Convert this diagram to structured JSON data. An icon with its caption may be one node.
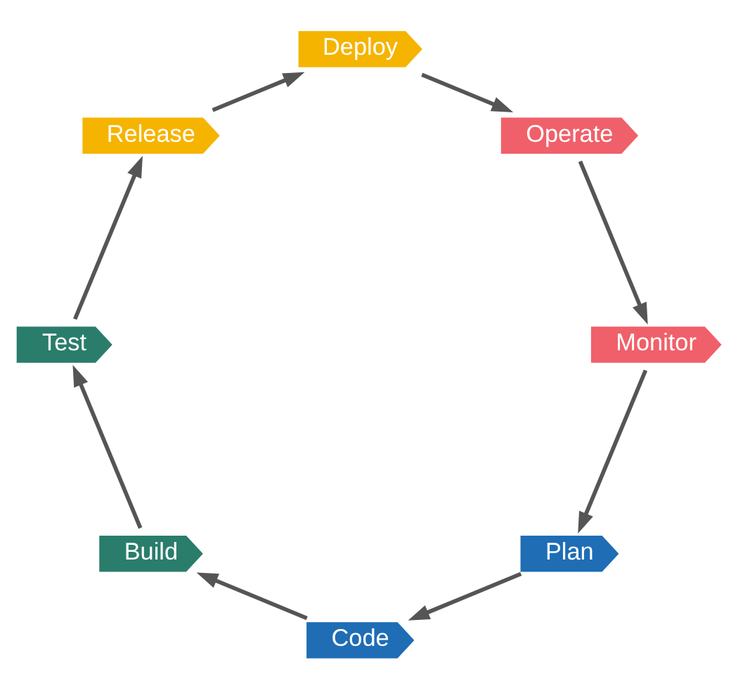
{
  "diagram": {
    "nodes": [
      {
        "text": [
          "Plan"
        ]
      },
      {
        "text": [
          "Code"
        ]
      },
      {
        "text": [
          "Build"
        ]
      },
      {
        "text": [
          "Test"
        ]
      },
      {
        "text": [
          "Release"
        ]
      },
      {
        "text": [
          "Deploy"
        ]
      },
      {
        "text": [
          "Operate"
        ]
      },
      {
        "text": [
          "Monitor"
        ]
      }
    ],
    "edges": [
      {
        "from": 0,
        "to": 1,
        "arrow": "to"
      },
      {
        "from": 1,
        "to": 2,
        "arrow": "to"
      },
      {
        "from": 2,
        "to": 3,
        "arrow": "to"
      },
      {
        "from": 3,
        "to": 4,
        "arrow": "to"
      },
      {
        "from": 4,
        "to": 5,
        "arrow": "to"
      },
      {
        "from": 5,
        "to": 6,
        "arrow": "to"
      },
      {
        "from": 6,
        "to": 7,
        "arrow": "to"
      },
      {
        "from": 7,
        "to": 0,
        "arrow": "to"
      }
    ]
  }
}
